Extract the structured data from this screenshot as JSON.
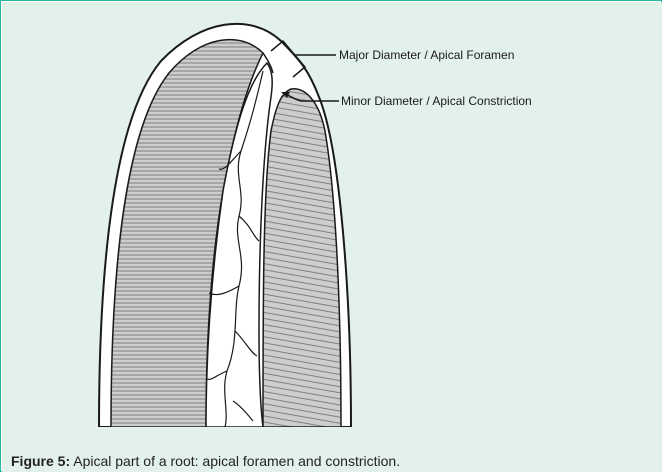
{
  "diagram": {
    "labels": {
      "major": "Major Diameter / Apical Foramen",
      "minor": "Minor Diameter / Apical Constriction"
    },
    "colors": {
      "background": "#e3f1eb",
      "border": "#27b8a4",
      "dentin": "#c8c8c8",
      "dentin_lines": "#7f7f7f",
      "outline": "#1a1a1a",
      "canal": "#ffffff"
    }
  },
  "caption": {
    "label": "Figure 5:",
    "text": " Apical part of a root: apical foramen and constriction."
  }
}
